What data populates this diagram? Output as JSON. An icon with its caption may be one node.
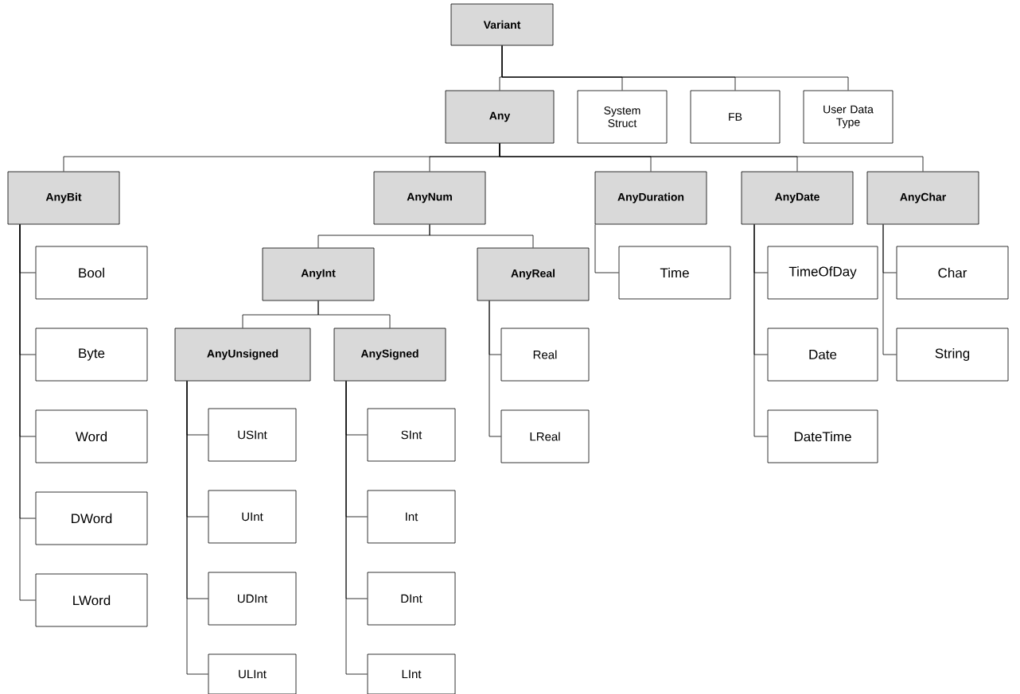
{
  "diagram": {
    "nodes": [
      {
        "text": [
          "Variant"
        ]
      },
      {
        "text": [
          "Any"
        ]
      },
      {
        "text": [
          "System Struct"
        ]
      },
      {
        "text": [
          "FB"
        ]
      },
      {
        "text": [
          "User Data Type"
        ]
      },
      {
        "text": [
          "AnyBit"
        ]
      },
      {
        "text": [
          "AnyNum"
        ]
      },
      {
        "text": [
          "AnyDuration"
        ]
      },
      {
        "text": [
          "AnyDate"
        ]
      },
      {
        "text": [
          "AnyChar"
        ]
      },
      {
        "text": [
          "Bool"
        ]
      },
      {
        "text": [
          "Byte"
        ]
      },
      {
        "text": [
          "Word"
        ]
      },
      {
        "text": [
          "DWord"
        ]
      },
      {
        "text": [
          "LWord"
        ]
      },
      {
        "text": [
          "AnyInt"
        ]
      },
      {
        "text": [
          "AnyReal"
        ]
      },
      {
        "text": [
          "AnyUnsigned"
        ]
      },
      {
        "text": [
          "AnySigned"
        ]
      },
      {
        "text": [
          "USInt"
        ]
      },
      {
        "text": [
          "UInt"
        ]
      },
      {
        "text": [
          "UDInt"
        ]
      },
      {
        "text": [
          "ULInt"
        ]
      },
      {
        "text": [
          "SInt"
        ]
      },
      {
        "text": [
          "Int"
        ]
      },
      {
        "text": [
          "DInt"
        ]
      },
      {
        "text": [
          "LInt"
        ]
      },
      {
        "text": [
          "Real"
        ]
      },
      {
        "text": [
          "LReal"
        ]
      },
      {
        "text": [
          "Time"
        ]
      },
      {
        "text": [
          "TimeOfDay"
        ]
      },
      {
        "text": [
          "Date"
        ]
      },
      {
        "text": [
          "DateTime"
        ]
      },
      {
        "text": [
          "Char"
        ]
      },
      {
        "text": [
          "String"
        ]
      }
    ],
    "edges": [
      {
        "from": 0,
        "to": 1,
        "arrow": "none"
      },
      {
        "from": 0,
        "to": 2,
        "arrow": "none"
      },
      {
        "from": 0,
        "to": 3,
        "arrow": "none"
      },
      {
        "from": 0,
        "to": 4,
        "arrow": "none"
      },
      {
        "from": 1,
        "to": 5,
        "arrow": "none"
      },
      {
        "from": 1,
        "to": 6,
        "arrow": "none"
      },
      {
        "from": 1,
        "to": 7,
        "arrow": "none"
      },
      {
        "from": 1,
        "to": 8,
        "arrow": "none"
      },
      {
        "from": 1,
        "to": 9,
        "arrow": "none"
      },
      {
        "from": 5,
        "to": 10,
        "arrow": "none"
      },
      {
        "from": 5,
        "to": 11,
        "arrow": "none"
      },
      {
        "from": 5,
        "to": 12,
        "arrow": "none"
      },
      {
        "from": 5,
        "to": 13,
        "arrow": "none"
      },
      {
        "from": 5,
        "to": 14,
        "arrow": "none"
      },
      {
        "from": 6,
        "to": 15,
        "arrow": "none"
      },
      {
        "from": 6,
        "to": 16,
        "arrow": "none"
      },
      {
        "from": 15,
        "to": 17,
        "arrow": "none"
      },
      {
        "from": 15,
        "to": 18,
        "arrow": "none"
      },
      {
        "from": 17,
        "to": 19,
        "arrow": "none"
      },
      {
        "from": 17,
        "to": 20,
        "arrow": "none"
      },
      {
        "from": 17,
        "to": 21,
        "arrow": "none"
      },
      {
        "from": 17,
        "to": 22,
        "arrow": "none"
      },
      {
        "from": 18,
        "to": 23,
        "arrow": "none"
      },
      {
        "from": 18,
        "to": 24,
        "arrow": "none"
      },
      {
        "from": 18,
        "to": 25,
        "arrow": "none"
      },
      {
        "from": 18,
        "to": 26,
        "arrow": "none"
      },
      {
        "from": 16,
        "to": 27,
        "arrow": "none"
      },
      {
        "from": 16,
        "to": 28,
        "arrow": "none"
      },
      {
        "from": 7,
        "to": 29,
        "arrow": "none"
      },
      {
        "from": 8,
        "to": 30,
        "arrow": "none"
      },
      {
        "from": 8,
        "to": 31,
        "arrow": "none"
      },
      {
        "from": 8,
        "to": 32,
        "arrow": "none"
      },
      {
        "from": 9,
        "to": 33,
        "arrow": "none"
      },
      {
        "from": 9,
        "to": 34,
        "arrow": "none"
      }
    ]
  }
}
